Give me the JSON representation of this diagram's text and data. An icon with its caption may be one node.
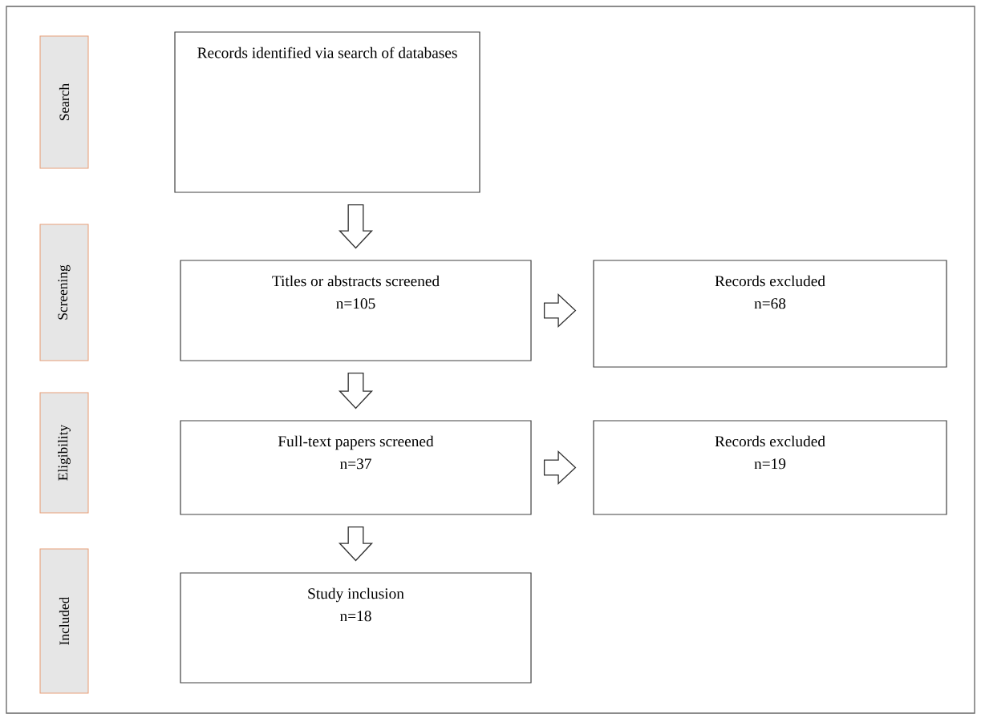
{
  "diagram": {
    "nodes": [
      {
        "text": [
          "Search"
        ]
      },
      {
        "text": [
          "Records identified via search of databases"
        ]
      },
      {
        "text": [
          "Screening"
        ]
      },
      {
        "text": [
          "Titles or abstracts screened",
          "n=105"
        ]
      },
      {
        "text": [
          "Records excluded",
          "n=68"
        ]
      },
      {
        "text": [
          "Eligibility"
        ]
      },
      {
        "text": [
          "Full-text papers screened",
          "n=37"
        ]
      },
      {
        "text": [
          "Records excluded",
          "n=19"
        ]
      },
      {
        "text": [
          "Included"
        ]
      },
      {
        "text": [
          "Study inclusion",
          "n=18"
        ]
      }
    ],
    "edges": [
      {
        "from": 1,
        "to": 3,
        "arrow": "to"
      },
      {
        "from": 3,
        "to": 4,
        "arrow": "to"
      },
      {
        "from": 3,
        "to": 6,
        "arrow": "to"
      },
      {
        "from": 6,
        "to": 7,
        "arrow": "to"
      },
      {
        "from": 6,
        "to": 9,
        "arrow": "to"
      }
    ]
  }
}
